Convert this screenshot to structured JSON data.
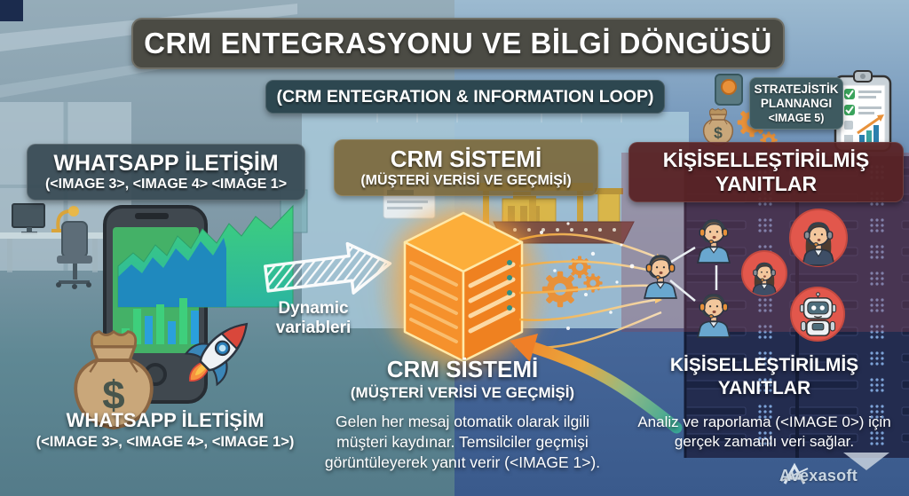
{
  "title": "CRM ENTEGRASYONU VE BİLGİ DÖNGÜSÜ",
  "subtitle": "(CRM ENTEGRATION & INFORMATION LOOP)",
  "strategic": {
    "line1": "STRATEJİSTİK",
    "line2": "PLANNANGI",
    "line3": "<IMAGE 5)"
  },
  "whatsapp": {
    "header_title": "WHATSAPP İLETİŞİM",
    "header_sub": "(<IMAGE 3>, <IMAGE 4> <IMAGE 1>",
    "caption_title": "WHATSAPP İLETİŞİM",
    "caption_sub": "(<IMAGE 3>, <IMAGE 4>, <IMAGE 1>)"
  },
  "crm": {
    "header_title": "CRM SİSTEMİ",
    "header_sub": "(MÜŞTERİ VERİSİ VE GEÇMİŞİ)",
    "caption_title": "CRM SİSTEMİ",
    "caption_sub": "(MÜŞTERİ VERİSİ VE GEÇMİŞİ)",
    "description": "Gelen her mesaj otomatik olarak ilgili müşteri kaydınar. Temsilciler geçmişi görüntüleyerek yanıt verir (<IMAGE 1>)."
  },
  "personalized": {
    "header_line1": "KİŞİSELLEŞTİRİLMİŞ",
    "header_line2": "YANITLAR",
    "caption_line1": "KİŞİSELLEŞTİRİLMİŞ",
    "caption_line2": "YANITLAR",
    "description": "Analiz ve raporlama (<IMAGE 0>) için gerçek zamanlı veri sağlar."
  },
  "annotations": {
    "dynamic_line1": "Dynamic",
    "dynamic_line2": "variableri"
  },
  "logo": {
    "text": "Avexasoft"
  },
  "colors": {
    "accent_orange": "#f08428",
    "title_banner": "#4b4b44",
    "subtitle_banner": "#2d4750",
    "whatsapp_header": "#384a54",
    "crm_header": "#7a6434",
    "personalized_header": "#592325",
    "badge_red": "#e2574c",
    "cube_orange": "#f5912c",
    "screen_green": "#44b167",
    "chart_blue": "#1f86c0"
  }
}
